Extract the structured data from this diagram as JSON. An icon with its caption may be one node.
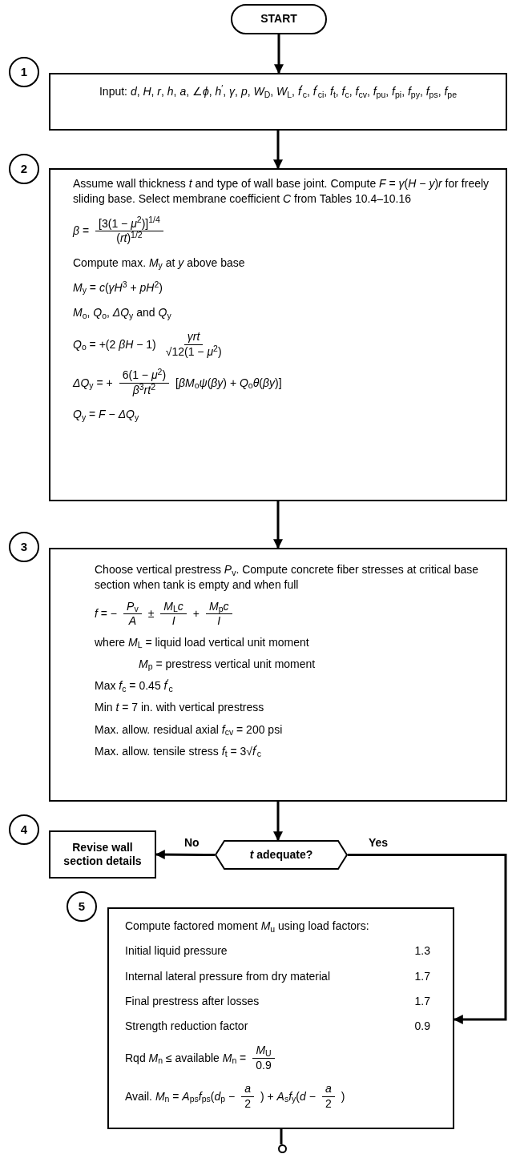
{
  "diagram": {
    "nodes": [
      {
        "text": [
          "START"
        ]
      },
      {
        "text": [
          "1"
        ]
      },
      {
        "text": [
          "Input: *d*, *H*, *r*, *h*, *a*, ∠*ϕ*, *h*$^{′}$, *γ*, *p*, *W*$_{D}$, *W*$_{L}$, *f*$^{′}$$_{c}$, *f*$^{′}$$_{ci}$, *f*$_{t}$, *f*$_{c}$, *f*$_{cv}$, *f*$_{pu}$, *f*$_{pi}$, *f*$_{py}$, *f*$_{ps}$, *f*$_{pe}$"
        ]
      },
      {
        "text": [
          "2"
        ]
      },
      {
        "text": [
          "Assume wall thickness *t* and type of wall base joint. Compute *F* = *γ*(*H* − *y*)*r* for freely sliding base. Select membrane coefficient *C* from Tables 10.4–10.16",
          "*β* =",
          "[3(1 − *μ*$^{2}$)]$^{1/4}$",
          "(*rt*)$^{1/2}$",
          "Compute max. *M*$_{y}$ at *y* above base",
          "*M*$_{y}$ = *c*(*γH*$^{3}$ + *pH*$^{2}$)",
          "*M*$_{o}$, *Q*$_{o}$, *ΔQ*$_{y}$ and *Q*$_{y}$",
          "*Q*$_{o}$ = +(2 *βH* − 1)",
          "*γrt*",
          "√12(1 − *μ*$^{2}$)",
          "*ΔQ*$_{y}$ = +",
          "6(1 − *μ*$^{2}$)",
          "*β*$^{3}$*rt*$^{2}$",
          "[*βM*$_{o}$*ψ*(*βy*) + *Q*$_{o}$*θ*(*βy*)]",
          "*Q*$_{y}$ = *F* − *ΔQ*$_{y}$"
        ]
      },
      {
        "text": [
          "3"
        ]
      },
      {
        "text": [
          "Choose vertical prestress *P*$_{v}$. Compute concrete fiber stresses at critical base section when tank is empty and when full",
          "*f* = −",
          "*P*$_{v}$",
          "*A*",
          "±",
          "*M*$_{L}$*c*",
          "*I*",
          "+",
          "*M*$_{p}$*c*",
          "*I*",
          "where *M*$_{L}$ = liquid load vertical unit moment",
          "*M*$_{p}$ = prestress vertical unit moment",
          "Max *f*$_{c}$ = 0.45 *f*$^{′}$$_{c}$",
          "Min *t* = 7 in. with vertical prestress",
          "Max. allow. residual axial *f*$_{cv}$ = 200 psi",
          "Max. allow. tensile stress *f*$_{t}$ = 3√*f*$^{′}$$_{c}$"
        ]
      },
      {
        "text": [
          "4"
        ]
      },
      {
        "text": [
          "Revise wall section details"
        ]
      },
      {
        "text": [
          "*t* adequate?"
        ]
      },
      {
        "text": [
          "5"
        ]
      },
      {
        "text": [
          "Compute factored moment *M*$_{u}$ using load factors:",
          "Initial liquid pressure",
          "1.3",
          "Internal lateral pressure from dry material",
          "1.7",
          "Final prestress after losses",
          "1.7",
          "Strength reduction factor",
          "0.9",
          "Rqd *M*$_{n}$ ≤ available *M*$_{n}$ =",
          "*M*$_{U}$",
          "0.9",
          "Avail. *M*$_{n}$ = *A*$_{ps}$*f*$_{ps}$(*d*$_{p}$ −",
          "*a*",
          "2",
          ") + *A*$_{s}$*f*$_{y}$(*d* −",
          "*a*",
          "2",
          ")"
        ]
      },
      {
        "text": [],
        "shape": "circle"
      }
    ],
    "edges": [
      {
        "from": 0,
        "to": 2,
        "arrow": "to"
      },
      {
        "from": 2,
        "to": 4,
        "arrow": "to"
      },
      {
        "from": 4,
        "to": 6,
        "arrow": "to"
      },
      {
        "from": 6,
        "to": 9,
        "arrow": "to"
      },
      {
        "from": 9,
        "to": 8,
        "arrow": "to",
        "label": "No"
      },
      {
        "from": 9,
        "to": 11,
        "arrow": "to",
        "label": "Yes"
      },
      {
        "from": 11,
        "to": 12,
        "arrow": "none"
      }
    ]
  }
}
